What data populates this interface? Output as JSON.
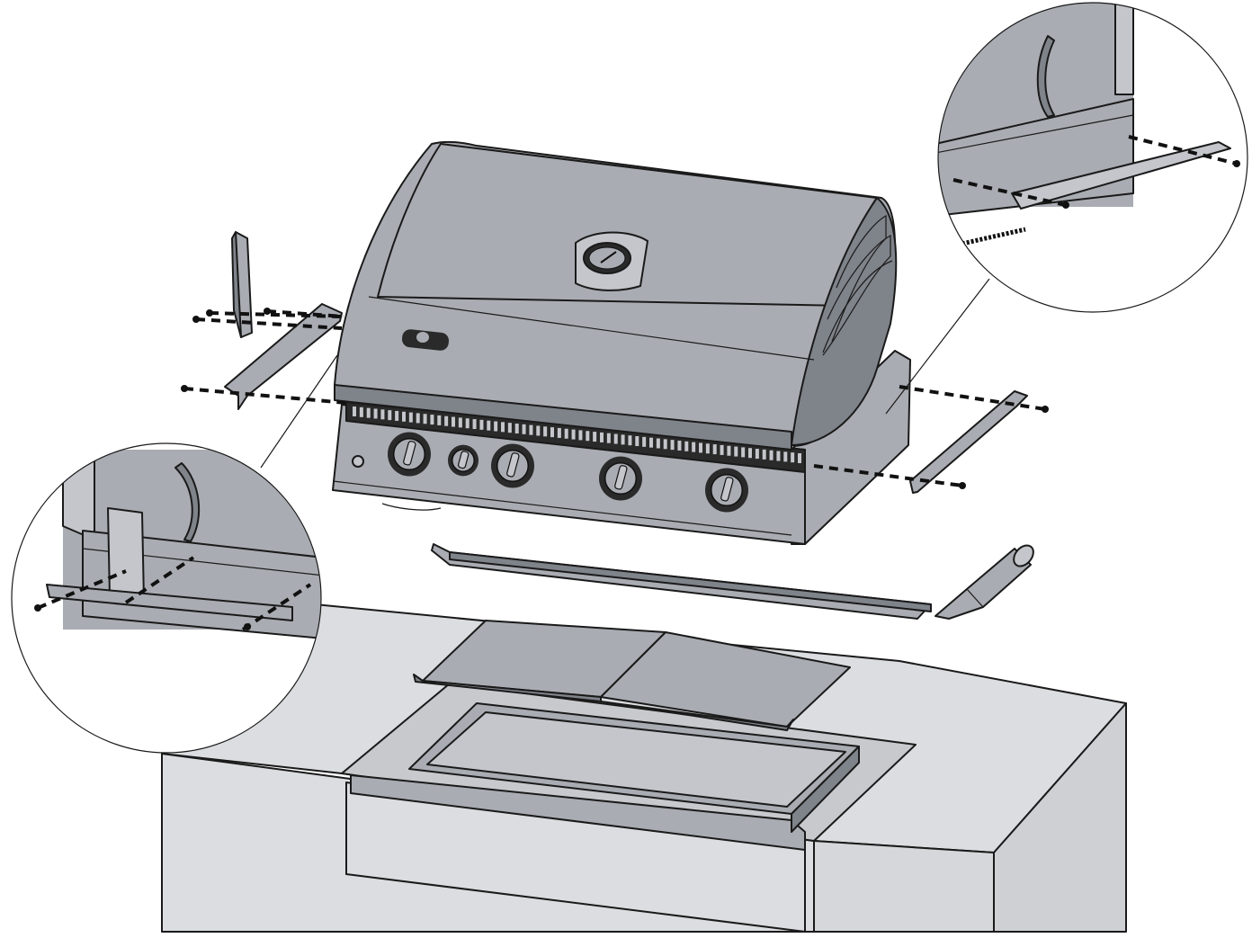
{
  "diagram": {
    "kind": "assembly-illustration",
    "labels": [],
    "colors": {
      "stainless": "#a9acb2",
      "stainless_dark": "#7f838a",
      "stainless_light": "#c4c6cb",
      "enclosure": "#dcdde0",
      "enclosure_shadow": "#c8c9cd",
      "outline": "#1a1a1a",
      "background": "#ffffff"
    },
    "parts": [
      "grill-head",
      "hood",
      "temperature-gauge",
      "hood-handle",
      "control-knob",
      "control-panel",
      "side-bracket",
      "rear-bracket",
      "front-trim-strip",
      "heat-shield",
      "drip-tray-liner",
      "masonry-enclosure",
      "sealant-tube",
      "mounting-screw",
      "detail-callout-left",
      "detail-callout-right"
    ],
    "knob_count": 5
  }
}
